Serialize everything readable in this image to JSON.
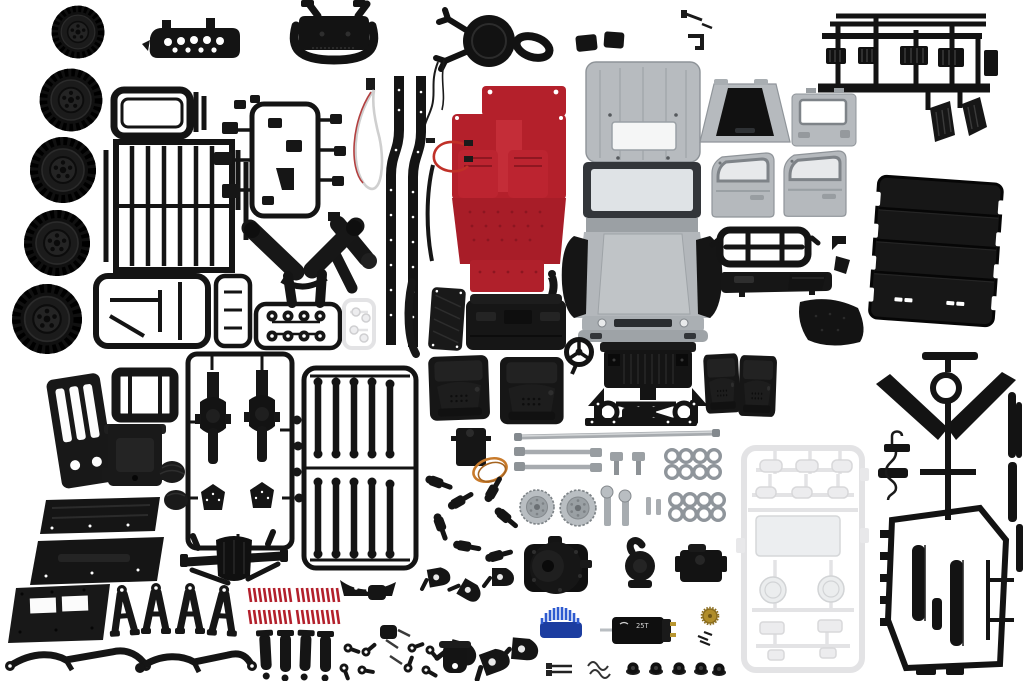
{
  "photo": {
    "description": "Flat-lay product photograph of a disassembled RC crawler truck kit (G-wagon style body) with all plastic sprues, silver body panels, red interior tub, tires, axles, metal drivetrain hardware and motor laid out on a white background",
    "background": "#ffffff",
    "visible_text": {
      "motor_label": "25T"
    },
    "palette": {
      "black_plastic": "#151515",
      "dark_detail": "#2a2a2a",
      "body_silver": "#b7bbbf",
      "silver_light": "#d6d9db",
      "glass": "#e7e9eb",
      "white_panel": "#f5f6f6",
      "red_plastic": "#b4202b",
      "red_bright": "#c42d38",
      "spring_red": "#b3202c",
      "wire_red": "#c03028",
      "metal": "#a6abaf",
      "metal_dark": "#83898e",
      "heatsink_blue": "#2f5bd0",
      "heatsink_blue_dark": "#1c3da0",
      "pinion_gold": "#b08d2a",
      "sprue_white": "#e3e3e5"
    },
    "part_groups": [
      {
        "name": "off-road-tire",
        "count": 5,
        "color_key": "black_plastic"
      },
      {
        "name": "roof-rack-ladder-sprue",
        "color_key": "black_plastic"
      },
      {
        "name": "slotted-bumper-bar",
        "color_key": "black_plastic"
      },
      {
        "name": "grab-handle-bumper",
        "color_key": "black_plastic"
      },
      {
        "name": "spare-tire-carrier",
        "color_key": "black_plastic"
      },
      {
        "name": "mount-blocks",
        "count": 2,
        "color_key": "black_plastic"
      },
      {
        "name": "small-hardware-top",
        "color_key": "black_plastic"
      },
      {
        "name": "detail-vent-sprue-with-mud-flaps",
        "color_key": "black_plastic"
      },
      {
        "name": "body-shell-gwagon",
        "color_key": "body_silver"
      },
      {
        "name": "sunroof-panel",
        "color_key": "white_panel"
      },
      {
        "name": "hood-panel",
        "color_key": "body_silver"
      },
      {
        "name": "tailgate-panel",
        "color_key": "body_silver"
      },
      {
        "name": "doors",
        "count": 2,
        "color_key": "body_silver"
      },
      {
        "name": "bull-bar",
        "color_key": "black_plastic"
      },
      {
        "name": "rear-bumper",
        "color_key": "black_plastic"
      },
      {
        "name": "roof-rack-platform",
        "color_key": "black_plastic"
      },
      {
        "name": "interior-tub",
        "color_key": "red_plastic"
      },
      {
        "name": "led-cable",
        "color_key": "wire_red"
      },
      {
        "name": "red-jumper-wire",
        "color_key": "wire_red"
      },
      {
        "name": "antenna-tube",
        "color_key": "black_plastic"
      },
      {
        "name": "chassis-rails",
        "count": 2,
        "color_key": "black_plastic"
      },
      {
        "name": "exhaust-muffler",
        "color_key": "black_plastic"
      },
      {
        "name": "mirror-detail-sprue",
        "color_key": "black_plastic"
      },
      {
        "name": "fender-flare-v-pair",
        "color_key": "black_plastic"
      },
      {
        "name": "grommet-sprue",
        "color_key": "black_plastic"
      },
      {
        "name": "light-lens-mini-sprue",
        "color_key": "sprue_white"
      },
      {
        "name": "battery-tray",
        "color_key": "black_plastic"
      },
      {
        "name": "frame-mount",
        "color_key": "black_plastic"
      },
      {
        "name": "gearbox-mount",
        "color_key": "black_plastic"
      },
      {
        "name": "axle-housing-sprue",
        "color_key": "black_plastic"
      },
      {
        "name": "rubber-boots",
        "count": 2,
        "color_key": "black_plastic"
      },
      {
        "name": "rock-sliders",
        "count": 2,
        "color_key": "black_plastic"
      },
      {
        "name": "skid-plate",
        "color_key": "black_plastic"
      },
      {
        "name": "shock-towers",
        "count": 4,
        "color_key": "black_plastic"
      },
      {
        "name": "rear-axle-assembly",
        "color_key": "black_plastic"
      },
      {
        "name": "steering-links",
        "count": 2,
        "color_key": "black_plastic"
      },
      {
        "name": "suspension-link-sprue",
        "color_key": "black_plastic"
      },
      {
        "name": "door-cards",
        "count": 4,
        "color_key": "black_plastic"
      },
      {
        "name": "dashboard",
        "color_key": "black_plastic"
      },
      {
        "name": "tread-plate",
        "color_key": "black_plastic"
      },
      {
        "name": "door-seal-trim",
        "color_key": "black_plastic"
      },
      {
        "name": "steering-wheel",
        "color_key": "black_plastic"
      },
      {
        "name": "front-grille-panel",
        "color_key": "black_plastic"
      },
      {
        "name": "chassis-crossmember",
        "color_key": "black_plastic"
      },
      {
        "name": "servo-with-orange-wire",
        "color_key": "black_plastic"
      },
      {
        "name": "driveshaft-yokes",
        "count": 7,
        "color_key": "black_plastic"
      },
      {
        "name": "steering-knuckles",
        "count": 6,
        "color_key": "black_plastic"
      },
      {
        "name": "coil-springs-red",
        "count": 4,
        "color_key": "spring_red"
      },
      {
        "name": "shock-bodies",
        "count": 4,
        "color_key": "black_plastic"
      },
      {
        "name": "rod-ends-and-hardware",
        "count": 12,
        "color_key": "black_plastic"
      },
      {
        "name": "metal-driveshaft",
        "color_key": "metal"
      },
      {
        "name": "metal-axle-shafts",
        "count": 2,
        "color_key": "metal"
      },
      {
        "name": "metal-bolts",
        "count": 2,
        "color_key": "metal"
      },
      {
        "name": "metal-washers",
        "count": 16,
        "color_key": "metal_dark"
      },
      {
        "name": "diff-ring-gears",
        "count": 2,
        "color_key": "metal"
      },
      {
        "name": "output-shafts",
        "count": 2,
        "color_key": "metal"
      },
      {
        "name": "transmission-gearbox",
        "color_key": "black_plastic"
      },
      {
        "name": "slipper-pulley",
        "color_key": "black_plastic"
      },
      {
        "name": "servo-case",
        "color_key": "black_plastic"
      },
      {
        "name": "motor-heatsink",
        "color_key": "heatsink_blue"
      },
      {
        "name": "brushed-motor",
        "label": "25T",
        "color_key": "black_plastic"
      },
      {
        "name": "pinion-gear",
        "color_key": "pinion_gold"
      },
      {
        "name": "screws-clips-nuts",
        "color_key": "black_plastic"
      },
      {
        "name": "white-body-parts-sprue",
        "color_key": "sprue_white"
      },
      {
        "name": "trim-wiper-large-sprue",
        "color_key": "black_plastic"
      },
      {
        "name": "tow-hook-with-chain",
        "color_key": "black_plastic"
      }
    ]
  }
}
